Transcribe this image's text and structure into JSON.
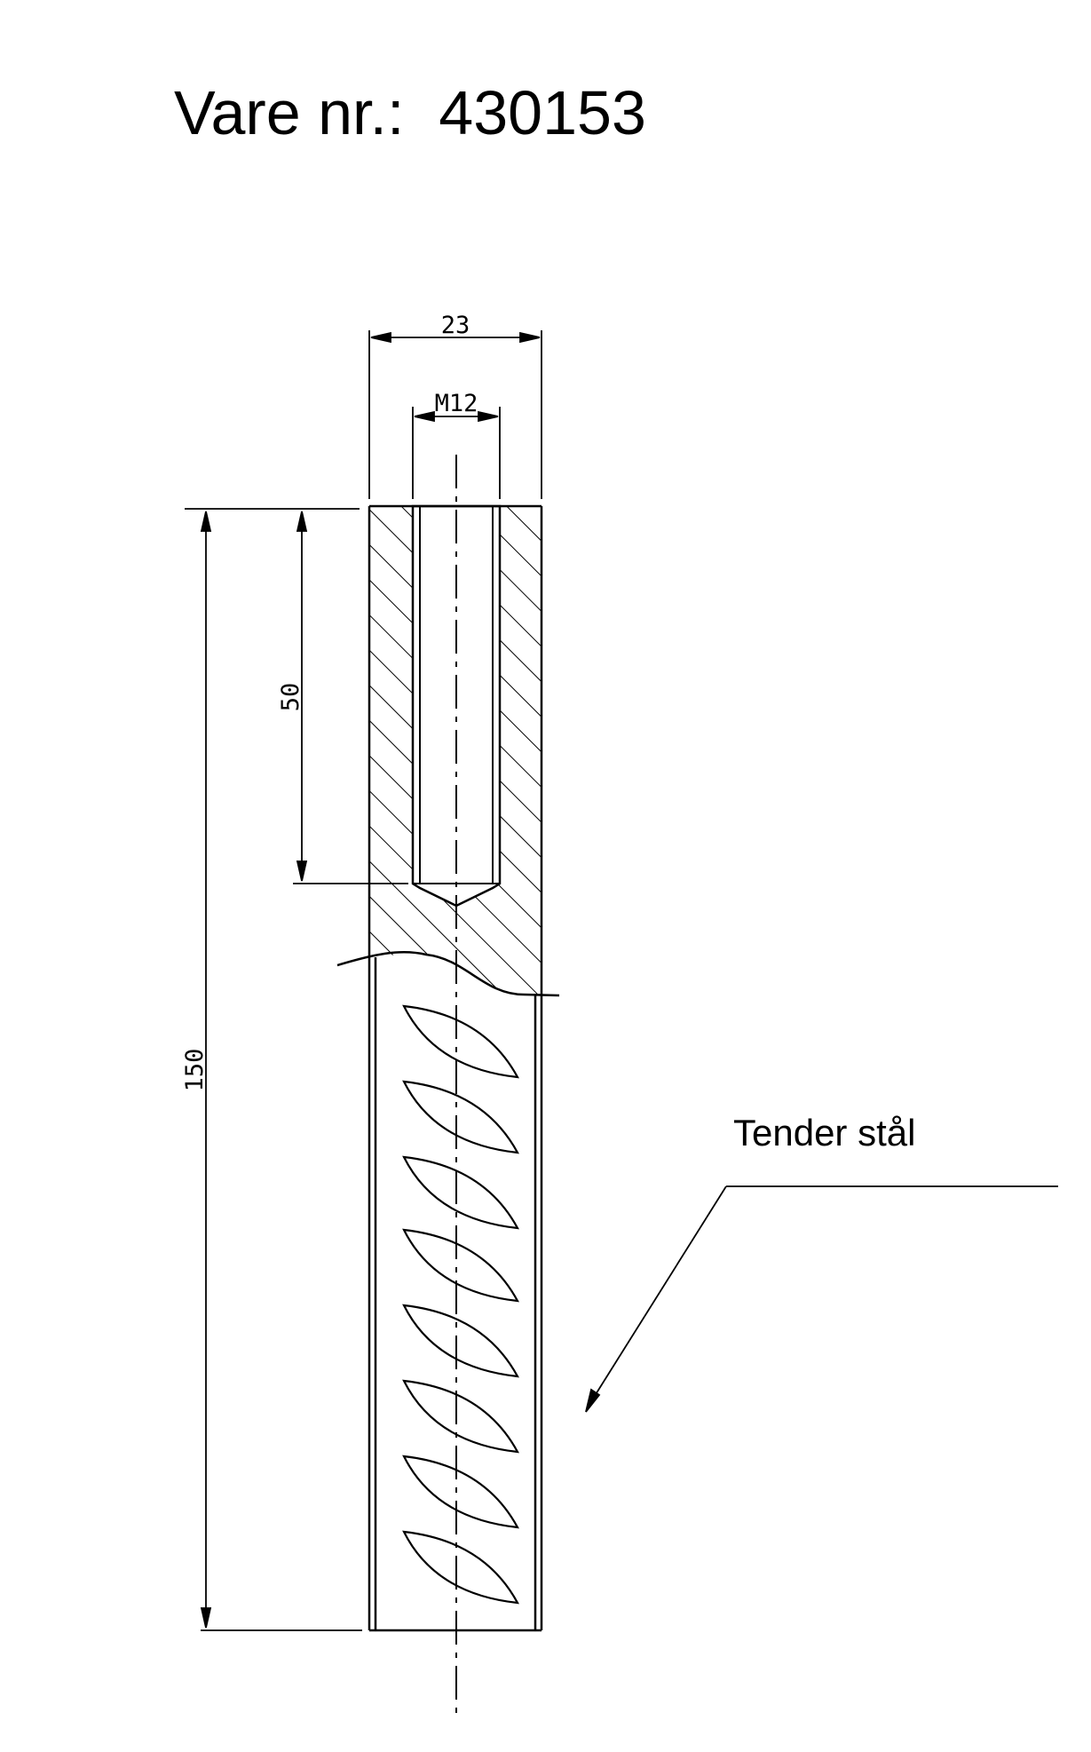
{
  "title": {
    "prefix": "Vare nr.:",
    "number": "430153"
  },
  "dimensions": {
    "diameter": "23",
    "thread": "M12",
    "thread_depth": "50",
    "total_length": "150"
  },
  "callout": {
    "material": "Tender stål"
  },
  "colors": {
    "line": "#000000",
    "background": "#ffffff"
  }
}
